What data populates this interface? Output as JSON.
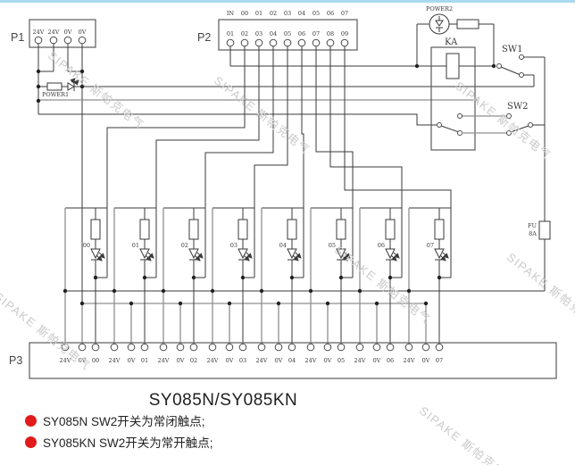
{
  "topbar": {
    "color": "#a9d9ee"
  },
  "p1": {
    "label": "P1",
    "terminals": [
      "24V",
      "24V",
      "0V",
      "0V"
    ]
  },
  "p2": {
    "label": "P2",
    "top_labels": [
      "IN",
      "00",
      "01",
      "02",
      "03",
      "04",
      "05",
      "06",
      "07"
    ],
    "terminal_labels": [
      "01",
      "02",
      "03",
      "04",
      "05",
      "06",
      "07",
      "08",
      "09"
    ]
  },
  "p3": {
    "label": "P3",
    "groups": [
      {
        "t1": "24V",
        "t2": "0V",
        "t3": "00"
      },
      {
        "t1": "24V",
        "t2": "0V",
        "t3": "01"
      },
      {
        "t1": "24V",
        "t2": "0V",
        "t3": "02"
      },
      {
        "t1": "24V",
        "t2": "0V",
        "t3": "03"
      },
      {
        "t1": "24V",
        "t2": "0V",
        "t3": "04"
      },
      {
        "t1": "24V",
        "t2": "0V",
        "t3": "05"
      },
      {
        "t1": "24V",
        "t2": "0V",
        "t3": "06"
      },
      {
        "t1": "24V",
        "t2": "0V",
        "t3": "07"
      }
    ]
  },
  "power1": {
    "label": "POWER1"
  },
  "power2": {
    "label": "POWER2"
  },
  "relay": {
    "label": "KA"
  },
  "sw1": {
    "label": "SW1"
  },
  "sw2": {
    "label": "SW2"
  },
  "fuse": {
    "label": "FU",
    "rating": "8A"
  },
  "modules": {
    "labels": [
      "00",
      "01",
      "02",
      "03",
      "04",
      "05",
      "06",
      "07"
    ]
  },
  "title": "SY085N/SY085KN",
  "notes": [
    {
      "text": "SY085N SW2开关为常闭触点;"
    },
    {
      "text": "SY085KN SW2开关为常开触点;"
    }
  ],
  "watermark": {
    "text": "SIPAKE 斯帕克电气",
    "color": "#cbcbcb"
  },
  "colors": {
    "line": "#3a3a3a",
    "gray_line": "#8f8f8f",
    "red": "#e11b1b",
    "topbar": "#a9d9ee"
  }
}
